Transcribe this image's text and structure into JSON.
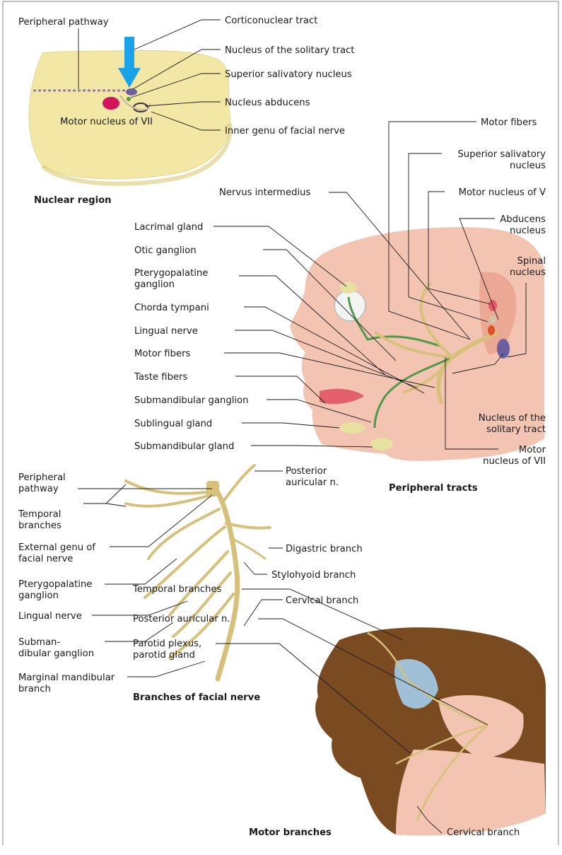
{
  "figure": {
    "nuclear_region": {
      "title": "Nuclear region",
      "labels": {
        "peripheral_pathway": "Peripheral pathway",
        "motor_nucleus_vii": "Motor nucleus of VII",
        "corticonuclear_tract": "Corticonuclear tract",
        "nucleus_solitary_tract": "Nucleus of the solitary tract",
        "superior_salivatory_nucleus": "Superior salivatory nucleus",
        "nucleus_abducens": "Nucleus abducens",
        "inner_genu": "Inner genu of facial nerve"
      }
    },
    "peripheral_tracts": {
      "title": "Peripheral tracts",
      "left_labels": {
        "nervus_intermedius": "Nervus intermedius",
        "lacrimal_gland": "Lacrimal gland",
        "otic_ganglion": "Otic ganglion",
        "pterygopalatine_1": "Pterygopalatine",
        "pterygopalatine_2": "ganglion",
        "chorda_tympani": "Chorda tympani",
        "lingual_nerve": "Lingual nerve",
        "motor_fibers": "Motor fibers",
        "taste_fibers": "Taste fibers",
        "submandibular_ganglion": "Submandibular ganglion",
        "sublingual_gland": "Sublingual gland",
        "submandibular_gland": "Submandibular gland"
      },
      "right_labels": {
        "motor_fibers": "Motor fibers",
        "superior_salivatory_1": "Superior salivatory",
        "superior_salivatory_2": "nucleus",
        "motor_nucleus_v": "Motor nucleus of V",
        "abducens_1": "Abducens",
        "abducens_2": "nucleus",
        "spinal_1": "Spinal",
        "spinal_2": "nucleus",
        "solitary_1": "Nucleus of the",
        "solitary_2": "solitary tract",
        "motor_vii_1": "Motor",
        "motor_vii_2": "nucleus of VII"
      }
    },
    "branches": {
      "title": "Branches of facial nerve",
      "labels": {
        "peripheral_1": "Peripheral",
        "peripheral_2": "pathway",
        "temporal_1": "Temporal",
        "temporal_2": "branches",
        "external_genu_1": "External genu of",
        "external_genu_2": "facial nerve",
        "pterygopalatine_1": "Pterygopalatine",
        "pterygopalatine_2": "ganglion",
        "lingual_nerve": "Lingual nerve",
        "submandibular_1": "Subman-",
        "submandibular_2": "dibular ganglion",
        "marginal_1": "Marginal mandibular",
        "marginal_2": "branch",
        "posterior_auricular_1": "Posterior",
        "posterior_auricular_2": "auricular n.",
        "digastric": "Digastric branch",
        "stylohyoid": "Stylohyoid branch",
        "cervical": "Cervical branch"
      }
    },
    "motor_branches": {
      "title": "Motor branches",
      "labels": {
        "temporal": "Temporal branches",
        "posterior_auricular": "Posterior auricular n.",
        "parotid_1": "Parotid plexus,",
        "parotid_2": "parotid gland",
        "cervical": "Cervical branch"
      }
    },
    "colors": {
      "border": "#9a9a9a",
      "brainstem": "#f2e7a4",
      "skin": "#f4c4b2",
      "nerve": "#d6c07a",
      "nerve_green": "#4f9a4a",
      "arrow": "#1aa3e8",
      "motor_nucleus": "#d4145a",
      "dark_skin": "#7a4a20"
    }
  }
}
